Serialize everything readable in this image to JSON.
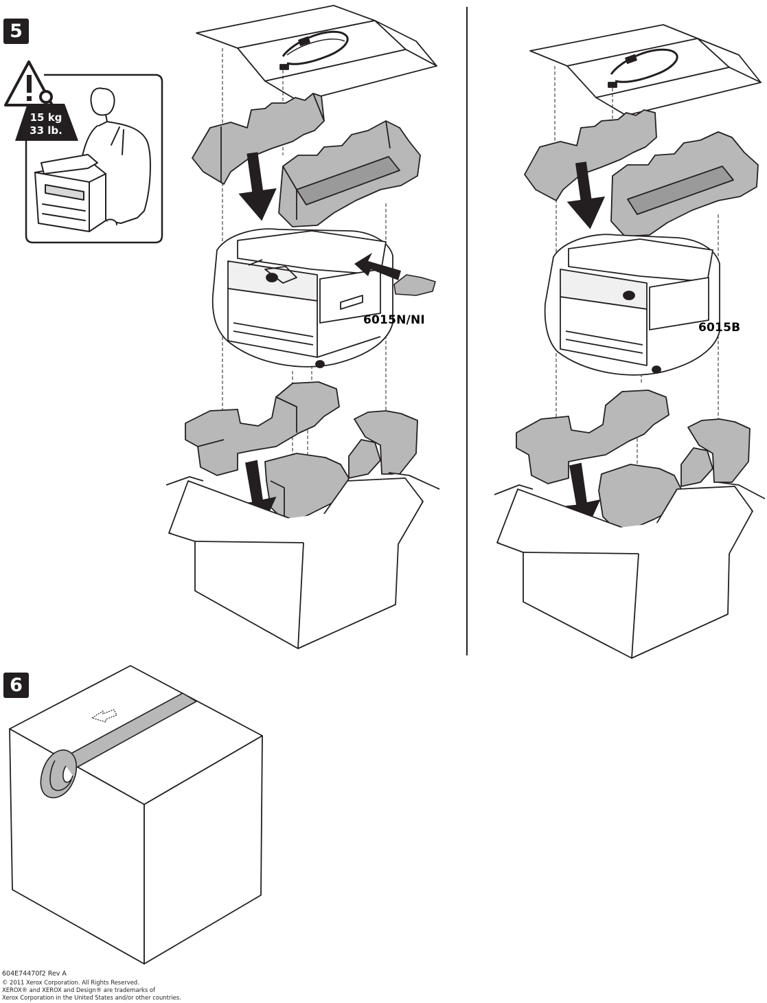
{
  "steps": {
    "step5": "5",
    "step6": "6"
  },
  "warning": {
    "weight_kg": "15 kg",
    "weight_lb": "33 lb."
  },
  "models": {
    "left": "6015N/NI",
    "right": "6015B"
  },
  "colors": {
    "ink": "#231f20",
    "foam": "#b8b8b8",
    "foam_dark": "#9a9a9a",
    "background": "#ffffff"
  },
  "icons": [
    "warning-triangle-icon",
    "weight-icon",
    "down-arrow-icon",
    "insert-arrow-icon",
    "this-side-up-icon"
  ],
  "footer": {
    "doc_id": "604E74470f2 Rev A",
    "copyright": "© 2011 Xerox Corporation. All Rights Reserved.",
    "trademark_1": "XEROX® and XEROX and Design® are trademarks of",
    "trademark_2": "Xerox Corporation in the United States and/or other countries."
  }
}
